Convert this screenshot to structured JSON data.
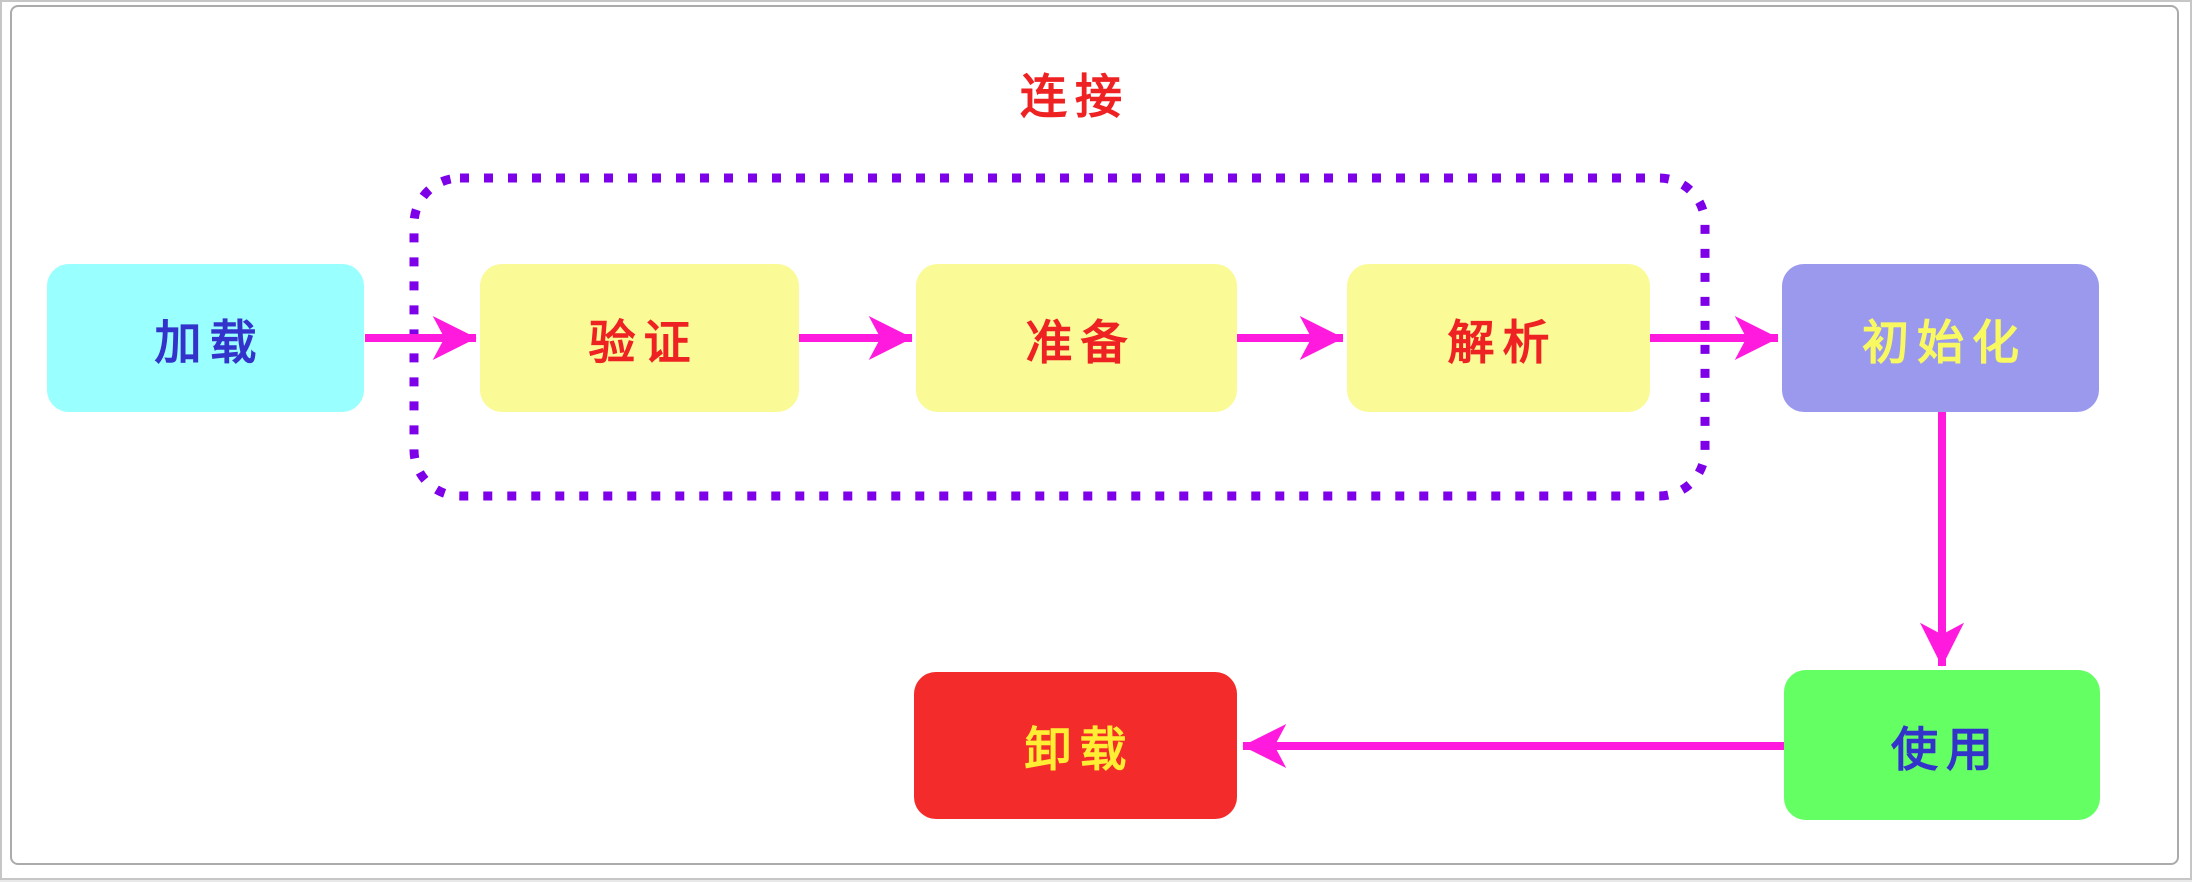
{
  "diagram": {
    "title": "连接",
    "title_color": "#ee2222",
    "group": {
      "label": "连接",
      "border_color": "#7d00e8",
      "members": [
        "验证",
        "准备",
        "解析"
      ]
    },
    "edge_color": "#ff1add",
    "nodes": {
      "load": {
        "label": "加载",
        "bg": "#99ffff",
        "fg": "#3333cc"
      },
      "verify": {
        "label": "验证",
        "bg": "#fafa96",
        "fg": "#ee2222"
      },
      "prepare": {
        "label": "准备",
        "bg": "#fafa96",
        "fg": "#ee2222"
      },
      "resolve": {
        "label": "解析",
        "bg": "#fafa96",
        "fg": "#ee2222"
      },
      "init": {
        "label": "初始化",
        "bg": "#9b99ee",
        "fg": "#f8f860"
      },
      "use": {
        "label": "使用",
        "bg": "#63ff63",
        "fg": "#3333cc"
      },
      "unload": {
        "label": "卸载",
        "bg": "#f32b2b",
        "fg": "#ffee33"
      }
    },
    "edges": [
      {
        "from": "加载",
        "to": "验证"
      },
      {
        "from": "验证",
        "to": "准备"
      },
      {
        "from": "准备",
        "to": "解析"
      },
      {
        "from": "解析",
        "to": "初始化"
      },
      {
        "from": "初始化",
        "to": "使用"
      },
      {
        "from": "使用",
        "to": "卸载"
      }
    ]
  }
}
